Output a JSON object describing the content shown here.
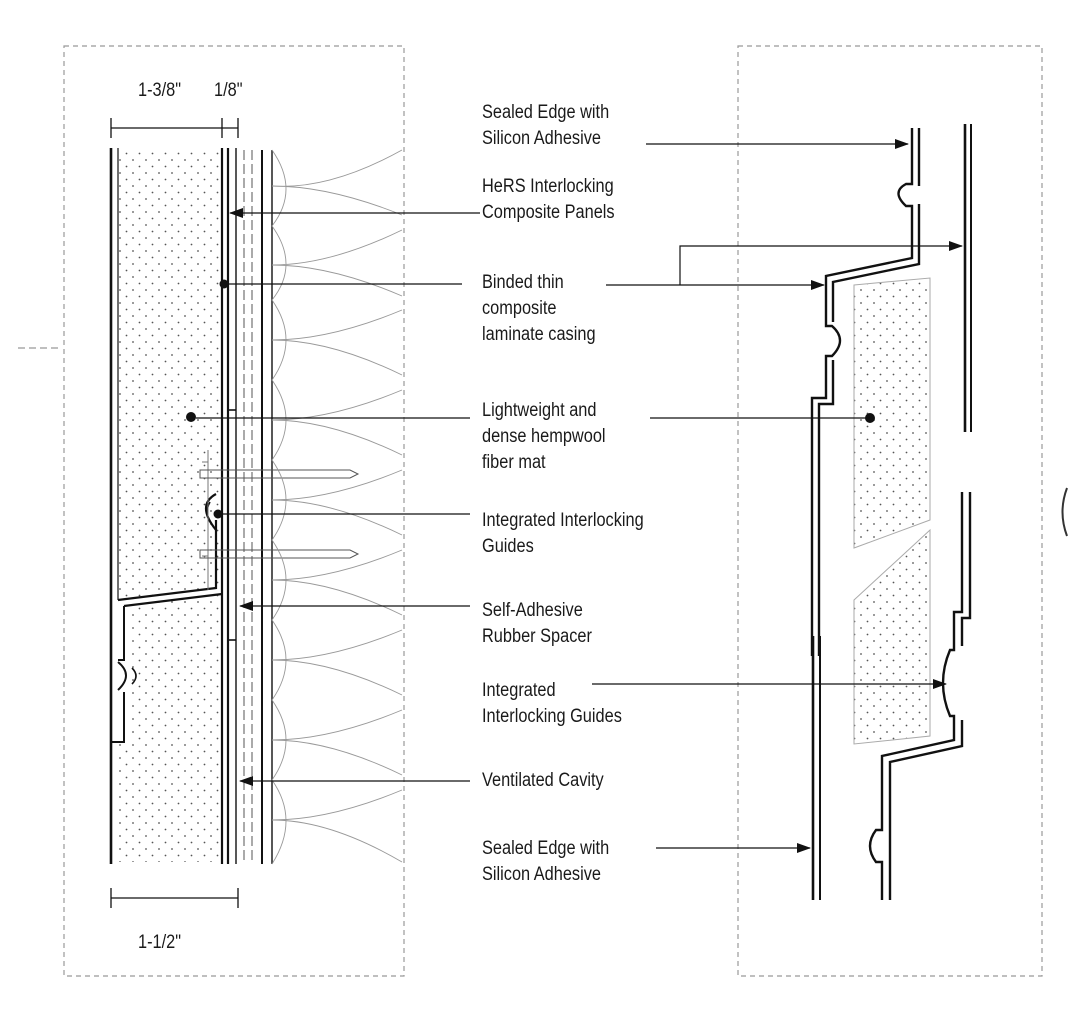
{
  "dimensions": {
    "panel": "1-3/8\"",
    "spacer": "1/8\"",
    "total": "1-1/2\""
  },
  "labels": {
    "sealed_edge_top": [
      "Sealed Edge with",
      "Silicon Adhesive"
    ],
    "hers_panels": [
      "HeRS Interlocking",
      "Composite Panels"
    ],
    "binded_casing": [
      "Binded thin",
      "composite",
      "laminate casing"
    ],
    "hempwool_mat": [
      "Lightweight and",
      "dense hempwool",
      "fiber mat"
    ],
    "interlocking_guides_left": [
      "Integrated Interlocking",
      "Guides"
    ],
    "rubber_spacer": [
      "Self-Adhesive",
      "Rubber Spacer"
    ],
    "interlocking_guides_right": [
      "Integrated",
      "Interlocking Guides"
    ],
    "ventilated_cavity": [
      "Ventilated Cavity"
    ],
    "sealed_edge_bottom": [
      "Sealed Edge with",
      "Silicon Adhesive"
    ]
  }
}
